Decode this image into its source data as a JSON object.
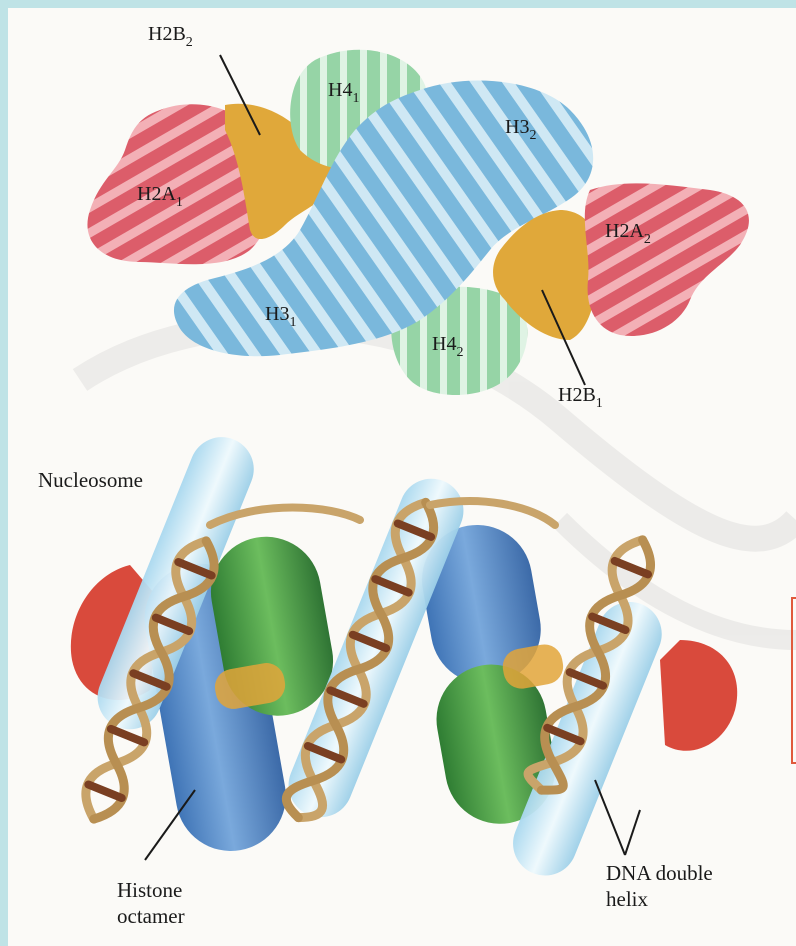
{
  "colors": {
    "background": "#bfe3e6",
    "paper": "#fbfaf7",
    "h2a": "#e0707a",
    "h2b": "#e2a43a",
    "h3": "#8cc4e2",
    "h4": "#a6dcb4",
    "dna_backbone": "#c9a46a",
    "dna_base": "#7a3f22",
    "octamer_blue": "#5d8fc8",
    "octamer_green": "#4c9a48"
  },
  "top_panel": {
    "labels": {
      "h2b2": {
        "main": "H2B",
        "sub": "2"
      },
      "h4_1": {
        "main": "H4",
        "sub": "1"
      },
      "h3_2": {
        "main": "H3",
        "sub": "2"
      },
      "h2a1": {
        "main": "H2A",
        "sub": "1"
      },
      "h2a2": {
        "main": "H2A",
        "sub": "2"
      },
      "h3_1": {
        "main": "H3",
        "sub": "1"
      },
      "h4_2": {
        "main": "H4",
        "sub": "2"
      },
      "h2b1": {
        "main": "H2B",
        "sub": "1"
      }
    }
  },
  "bottom_panel": {
    "title": "Nucleosome",
    "histone_label": [
      "Histone",
      "octamer"
    ],
    "dna_label": [
      "DNA double",
      "helix"
    ]
  }
}
